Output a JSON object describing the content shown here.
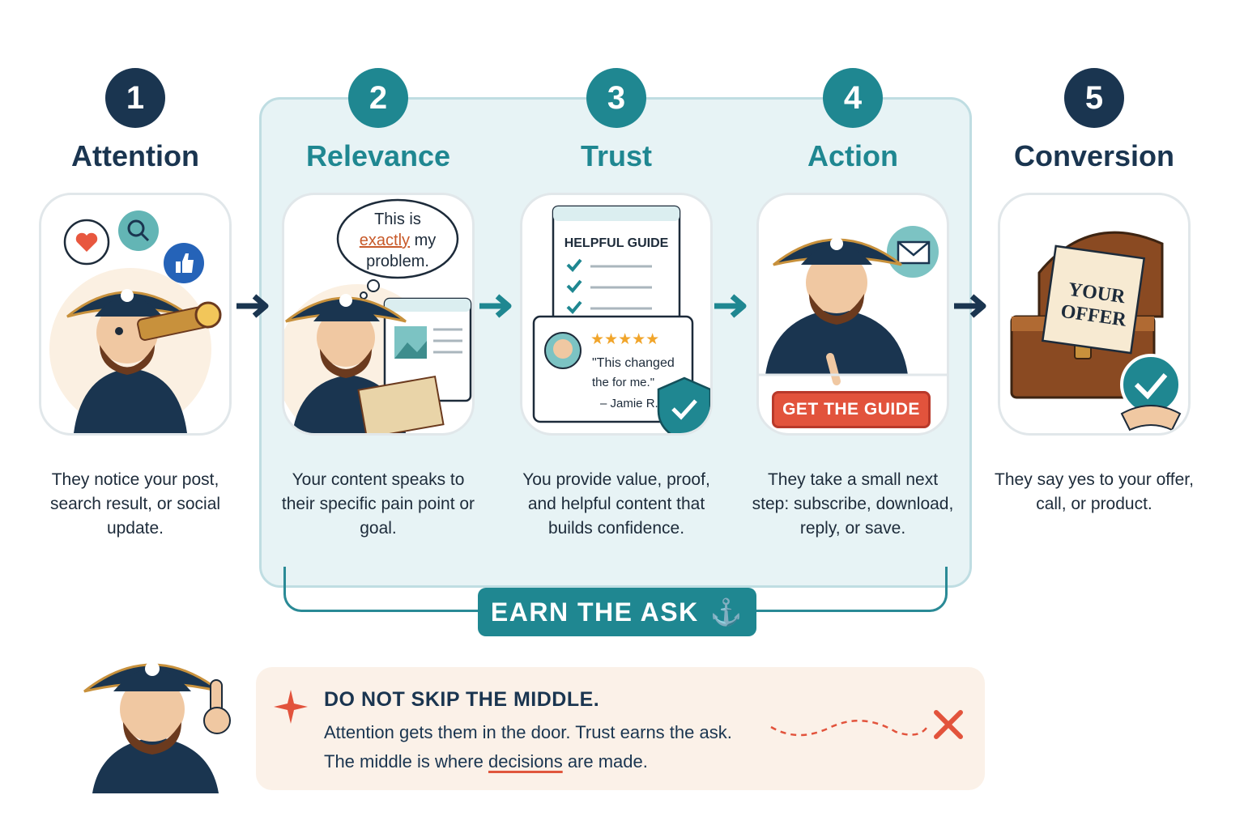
{
  "steps": [
    {
      "number": "1",
      "title": "Attention",
      "description": "They notice your post, search result, or social update."
    },
    {
      "number": "2",
      "title": "Relevance",
      "description": "Your content speaks to their specific pain point or goal."
    },
    {
      "number": "3",
      "title": "Trust",
      "description": "You provide value, proof, and helpful content that builds confidence."
    },
    {
      "number": "4",
      "title": "Action",
      "description": "They take a small next step: subscribe, download, reply, or save."
    },
    {
      "number": "5",
      "title": "Conversion",
      "description": "They say yes to your offer, call, or product."
    }
  ],
  "relevance_bubble": {
    "line1": "This is",
    "highlight": "exactly",
    "rest": " my",
    "line3": "problem."
  },
  "trust_card": {
    "guide_title": "HELPFUL GUIDE",
    "stars": "★★★★★",
    "quote1": "\"This changed",
    "quote2": "the for me.\"",
    "author": "– Jamie R."
  },
  "action_button": "GET THE GUIDE",
  "offer_scroll": {
    "line1": "YOUR",
    "line2": "OFFER"
  },
  "earn_the_ask": "EARN THE ASK",
  "tip": {
    "heading": "DO NOT SKIP THE MIDDLE.",
    "line1": "Attention gets them in the door. Trust earns the ask.",
    "line2_before": "The middle is where ",
    "line2_underlined": "decisions",
    "line2_after": " are made."
  },
  "colors": {
    "navy": "#1a3550",
    "teal": "#1f8791",
    "panel": "#e7f3f5",
    "accent_red": "#e2533c",
    "tip_bg": "#fbf1e8"
  }
}
